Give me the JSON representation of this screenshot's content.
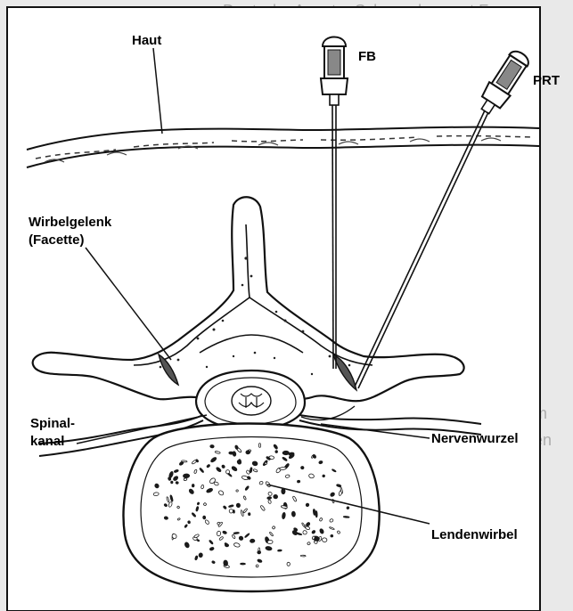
{
  "labels": {
    "skin": "Haut",
    "facet_joint_line1": "Wirbelgelenk",
    "facet_joint_line2": "(Facette)",
    "spinal_canal_line1": "Spinal-",
    "spinal_canal_line2": "kanal",
    "nerve_root": "Nervenwurzel",
    "vertebra": "Lendenwirbel",
    "needle_fb": "FB",
    "needle_prt": "PRT"
  },
  "colors": {
    "ink": "#111111",
    "background": "#e9e9e9",
    "panel": "#ffffff",
    "bleed_text": "#7a7a7a"
  }
}
